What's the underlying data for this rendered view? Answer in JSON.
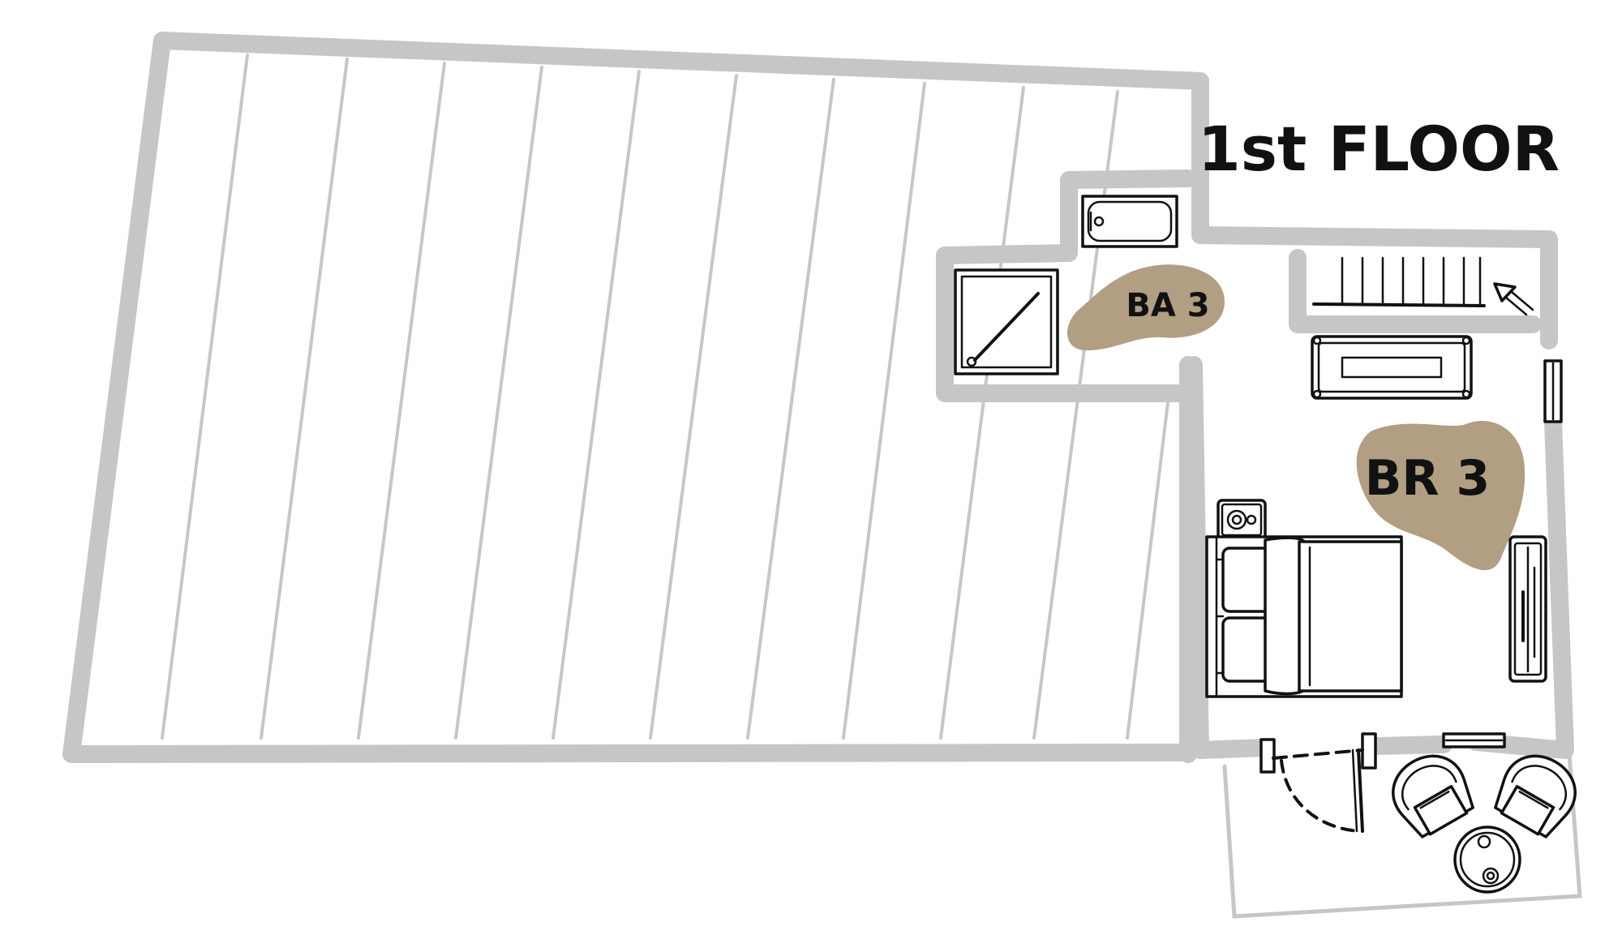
{
  "floor": {
    "title": "1st FLOOR"
  },
  "rooms": [
    {
      "id": "bathroom",
      "label": "BA 3"
    },
    {
      "id": "bedroom",
      "label": "BR 3"
    }
  ],
  "colors": {
    "wall": "#c6c6c6",
    "ink": "#111111",
    "label_blob": "#b19e83",
    "background": "#ffffff"
  },
  "icons": [
    "bathtub-icon",
    "shower-icon",
    "stairs-icon",
    "up-arrow-icon",
    "tv-console-icon",
    "double-bed-icon",
    "nightstand-icon",
    "wardrobe-icon",
    "window-icon",
    "door-swing-icon",
    "armchair-icon",
    "round-table-icon"
  ]
}
